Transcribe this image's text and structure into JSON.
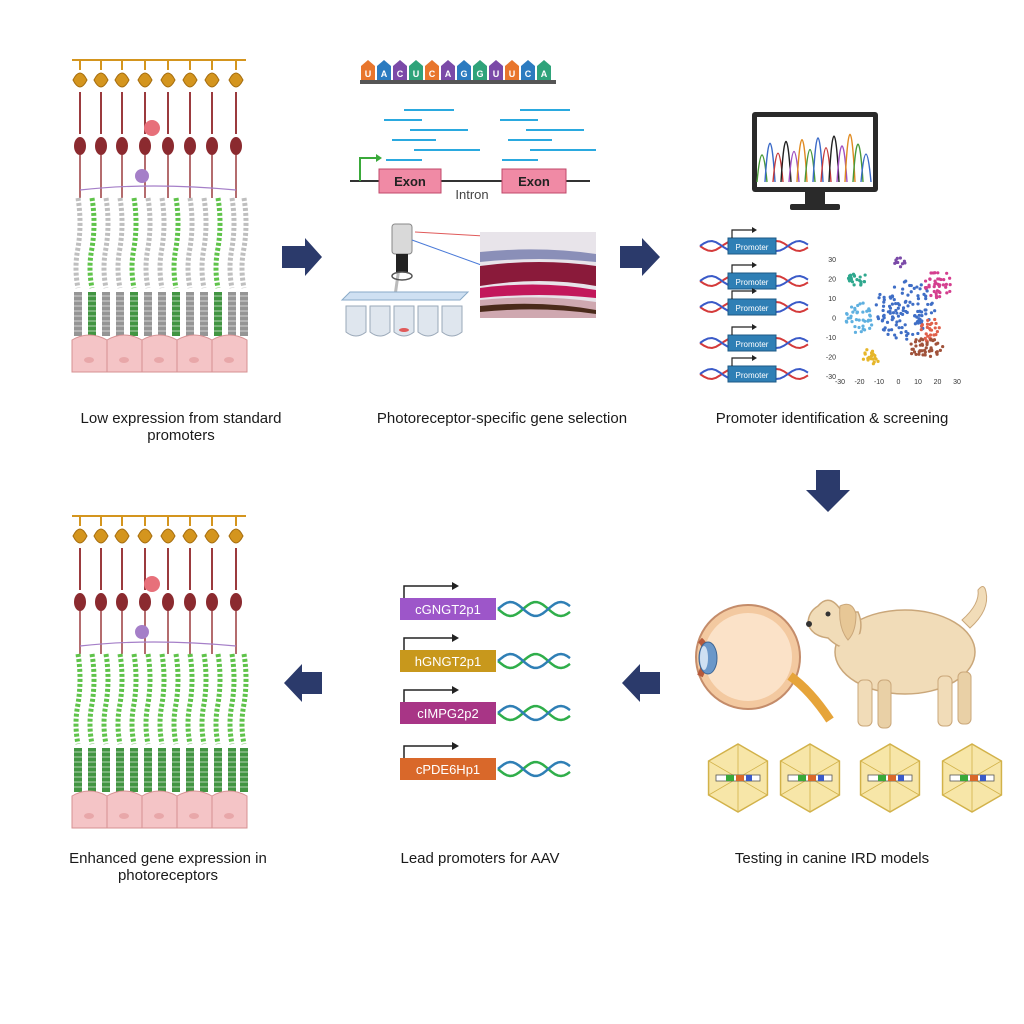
{
  "colors": {
    "arrow": "#2b3a6b",
    "bipolar": "#8b2a2f",
    "ganglion": "#d4951e",
    "amacrine": "#e7707a",
    "horizontal": "#a57fc8",
    "rpe": "#f4c4c6",
    "low_expression_rod": "#bfbfbf",
    "high_expression_rod": "#5fc34a",
    "exon_box": "#f08aa5",
    "read_line": "#2aa9df",
    "promoter_box": "#2f7fb5"
  },
  "steps": {
    "step1": {
      "caption_line1": "Low expression from standard",
      "caption_line2": "promoters"
    },
    "step2": {
      "caption": "Photoreceptor-specific gene selection",
      "rna_letters": [
        "U",
        "A",
        "C",
        "U",
        "C",
        "A",
        "G",
        "G",
        "U",
        "U",
        "C",
        "A"
      ],
      "rna_letter_colors": [
        "#e8762d",
        "#2b7bc0",
        "#7b4aa8",
        "#2fa37a",
        "#e8762d",
        "#7b4aa8",
        "#2b7bc0",
        "#2fa37a",
        "#7b4aa8",
        "#e8762d",
        "#2b7bc0",
        "#2fa37a"
      ],
      "exon1_label": "Exon",
      "exon2_label": "Exon",
      "intron_label": "Intron"
    },
    "step3": {
      "caption": "Promoter identification & screening",
      "promoter_labels": [
        "Promoter",
        "Promoter",
        "Promoter",
        "Promoter",
        "Promoter"
      ],
      "tsne_y_ticks": [
        "30",
        "20",
        "10",
        "0",
        "-10",
        "-20",
        "-30"
      ],
      "tsne_x_ticks": [
        "-30",
        "-20",
        "-10",
        "0",
        "10",
        "20",
        "30"
      ],
      "cluster_colors": [
        "#2fa88e",
        "#7b4aa8",
        "#d43f8f",
        "#5fb0e0",
        "#3f6ec6",
        "#e0604a",
        "#a0523a",
        "#e6b62a"
      ]
    },
    "step4": {
      "caption": "Testing in canine IRD  models",
      "capsid_count_label": ""
    },
    "step5": {
      "caption": "Lead promoters for AAV",
      "promoters": [
        {
          "name": "cGNGT2p1",
          "color": "#9d56c9"
        },
        {
          "name": "hGNGT2p1",
          "color": "#c8981c"
        },
        {
          "name": "cIMPG2p2",
          "color": "#a83586"
        },
        {
          "name": "cPDE6Hp1",
          "color": "#d9682a"
        }
      ]
    },
    "step6": {
      "caption_line1": "Enhanced gene expression in",
      "caption_line2": "photoreceptors"
    }
  }
}
